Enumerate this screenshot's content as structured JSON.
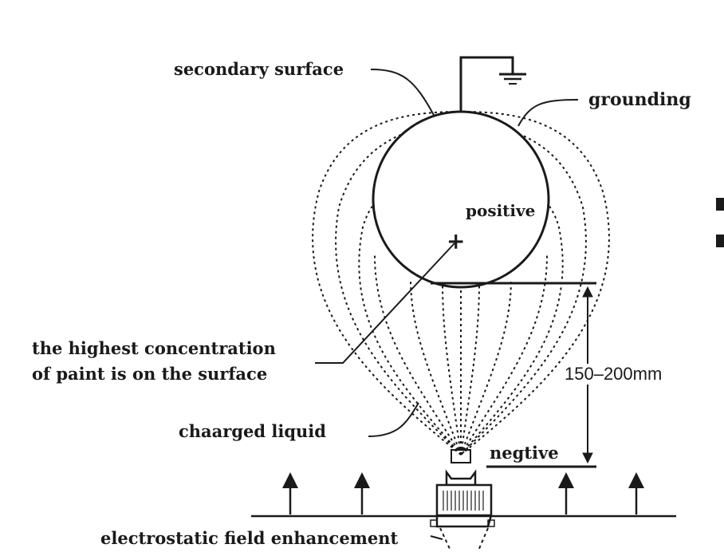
{
  "labels": {
    "secondary_surface": "secondary surface",
    "grounding": "grounding",
    "positive": "positive",
    "plus_sign": "+",
    "concentration_line1": "the highest concentration",
    "concentration_line2": "of paint is on the surface",
    "distance": "150–200mm",
    "charged_liquid": "chaarged liquid",
    "negative": "negtive",
    "field_enhancement": "electrostatic field enhancement"
  },
  "colors": {
    "ink": "#1a1a1a",
    "background": "#ffffff"
  },
  "icons": [
    "ground-symbol-icon",
    "spray-nozzle-icon",
    "field-arrow-icon"
  ]
}
